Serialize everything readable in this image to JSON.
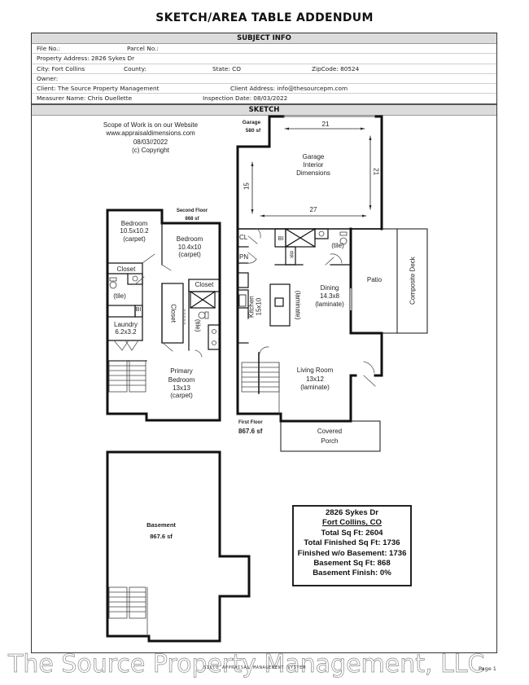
{
  "document": {
    "title": "SKETCH/AREA TABLE ADDENDUM"
  },
  "subject_info": {
    "heading": "SUBJECT INFO",
    "file_no": "File No.:",
    "parcel_no": "Parcel No.:",
    "property_address": "Property Address: 2826 Sykes Dr",
    "city": "City: Fort Collins",
    "county": "County:",
    "state": "State: CO",
    "zipcode": "ZipCode: 80524",
    "owner": "Owner:",
    "client": "Client: The Source Property Management",
    "client_address": "Client Address: info@thesourcepm.com",
    "measurer": "Measurer Name: Chris Ouellette",
    "inspection_date": "Inspection Date: 08/03/2022"
  },
  "sketch": {
    "heading": "SKETCH",
    "scope_note": {
      "line1": "Scope of Work is on our Website",
      "line2": "www.appraisaldimensions.com",
      "line3": "08/03//2022",
      "line4": "(c) Copyright"
    },
    "garage": {
      "label": "Garage",
      "area": "580 sf",
      "interior_line1": "Garage",
      "interior_line2": "Interior",
      "interior_line3": "Dimensions",
      "dim_top": "21",
      "dim_right": "21",
      "dim_left": "15",
      "dim_bottom": "27"
    },
    "second_floor": {
      "label": "Second Floor",
      "area": "868 sf",
      "bedroom1": {
        "name": "Bedroom",
        "size": "10.5x10.2",
        "floor": "(carpet)"
      },
      "bedroom2": {
        "name": "Bedroom",
        "size": "10.4x10",
        "floor": "(carpet)"
      },
      "closet1": "Closet",
      "closet2": "Closet",
      "closet3": "Closet",
      "bath1_floor": "(tile)",
      "bath2_floor": "(tile)",
      "bi": "BI",
      "laundry": {
        "name": "Laundry",
        "size": "6.2x3.2"
      },
      "primary_bedroom": {
        "name": "Primary",
        "name2": "Bedroom",
        "size": "13x13",
        "floor": "(carpet)"
      }
    },
    "first_floor": {
      "label": "First Floor",
      "area": "867.6 sf",
      "cl": "CL",
      "pn": "PN",
      "bi": "BI",
      "dsk": "dsk",
      "bath_floor": "(tile)",
      "kitchen": {
        "name": "Kitchen",
        "size": "15x10"
      },
      "kitchen_floor": "(laminate)",
      "dining": {
        "name": "Dining",
        "size": "14.3x8",
        "floor": "(laminate)"
      },
      "living": {
        "name": "Living Room",
        "size": "13x12",
        "floor": "(laminate)"
      },
      "patio": "Patio",
      "deck": "Composite Deck",
      "porch_line1": "Covered",
      "porch_line2": "Porch"
    },
    "basement": {
      "label": "Basement",
      "area": "867.6 sf"
    },
    "summary": {
      "address": "2826 Sykes Dr",
      "city": "Fort Collins, CO",
      "total_sqft": "Total Sq Ft: 2604",
      "total_finished": "Total Finished Sq Ft: 1736",
      "finished_wo_basement": "Finished w/o Basement: 1736",
      "basement_sqft": "Basement Sq Ft: 868",
      "basement_finish": "Basement Finish: 0%"
    }
  },
  "footer": {
    "watermark": "The Source Property Management, LLC",
    "center_text": "SILCO APPRAISAL MANAGEMENT SYSTEM",
    "page": "Page 1"
  }
}
